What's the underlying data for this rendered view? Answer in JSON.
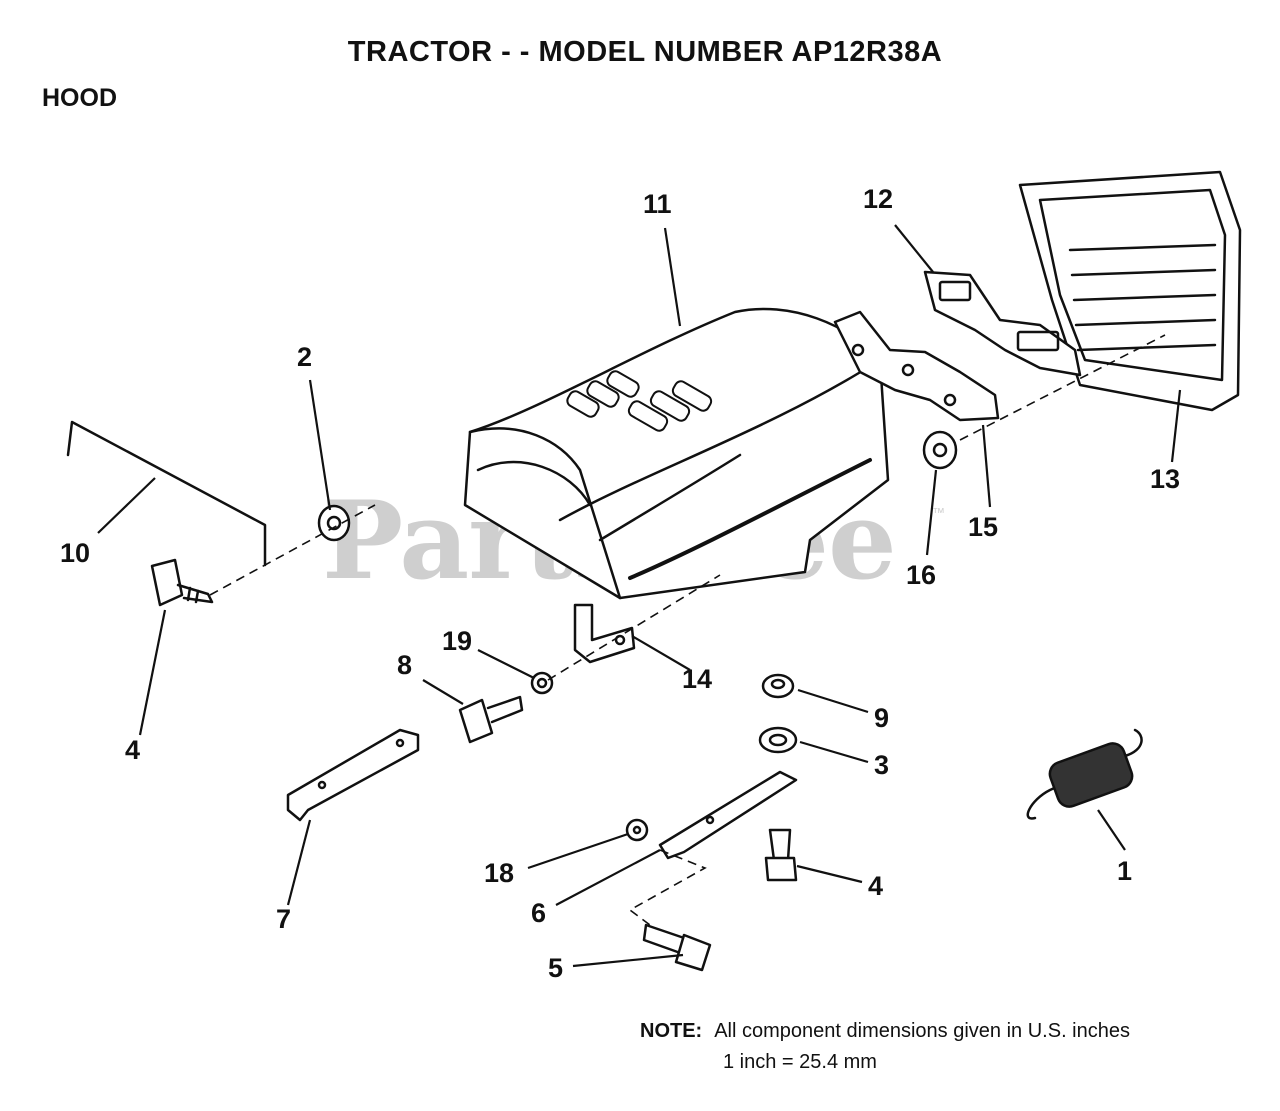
{
  "page": {
    "title": "TRACTOR - - MODEL NUMBER AP12R38A",
    "section": "HOOD"
  },
  "watermark": {
    "text": "PartsTree",
    "tm": "™"
  },
  "callouts": {
    "c1": "1",
    "c2": "2",
    "c3": "3",
    "c4a": "4",
    "c4b": "4",
    "c5": "5",
    "c6": "6",
    "c7": "7",
    "c8": "8",
    "c9": "9",
    "c10": "10",
    "c11": "11",
    "c12": "12",
    "c13": "13",
    "c14": "14",
    "c15": "15",
    "c16": "16",
    "c18": "18",
    "c19": "19"
  },
  "note": {
    "label": "NOTE:",
    "line1": "All component dimensions given in U.S. inches",
    "line2": "1 inch = 25.4 mm"
  }
}
